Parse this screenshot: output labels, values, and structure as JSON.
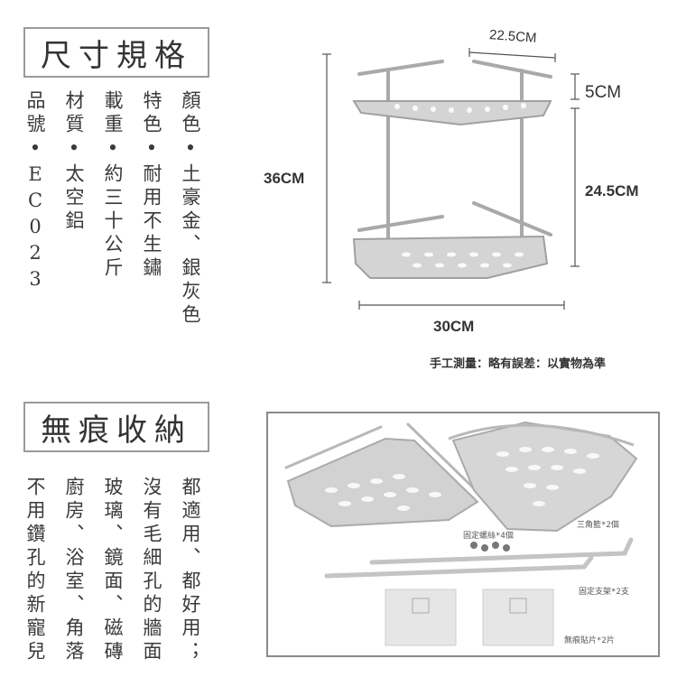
{
  "spec_section": {
    "title": "尺寸規格",
    "columns": [
      "顏色•土豪金、銀灰色",
      "特色•耐用不生鏽",
      "載重•約三十公斤",
      "材質•太空鋁",
      "品號•EC023"
    ]
  },
  "dimensions": {
    "depth": "22.5CM",
    "shelf_height": "5CM",
    "total_height": "36CM",
    "gap_height": "24.5CM",
    "width": "30CM"
  },
  "note": "手工測量：略有誤差：以實物為準",
  "storage_section": {
    "title": "無痕收納",
    "columns": [
      "都適用、都好用；",
      "沒有毛細孔的牆面",
      "玻璃、鏡面、磁磚",
      "廚房、浴室、角落",
      "不用鑽孔的新寵兒"
    ]
  },
  "package_labels": {
    "screws": "固定螺絲*4個",
    "baskets": "三角籃*2個",
    "brackets": "固定支架*2支",
    "pads": "無痕貼片*2片"
  },
  "colors": {
    "metal": "#c9c9c9",
    "frame": "#8a8a8a",
    "text": "#3a3a3a"
  }
}
